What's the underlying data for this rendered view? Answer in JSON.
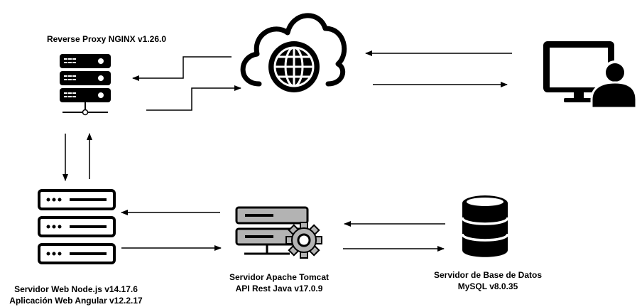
{
  "colors": {
    "stroke": "#000000",
    "grey": "#b3b3b3",
    "background": "#ffffff"
  },
  "nodes": {
    "proxy": {
      "title": "Reverse Proxy NGINX v1.26.0",
      "icon": "server-rack-icon"
    },
    "cloud": {
      "icon": "cloud-globe-icon"
    },
    "client": {
      "icon": "user-computer-icon"
    },
    "web": {
      "line1": "Servidor Web Node.js v14.17.6",
      "line2": "Aplicación Web Angular v12.2.17",
      "icon": "server-stack-icon"
    },
    "tomcat": {
      "line1": "Servidor Apache Tomcat",
      "line2": "API Rest Java v17.0.9",
      "icon": "server-gear-icon"
    },
    "db": {
      "line1": "Servidor de Base de Datos",
      "line2": "MySQL v8.0.35",
      "icon": "database-icon"
    }
  }
}
